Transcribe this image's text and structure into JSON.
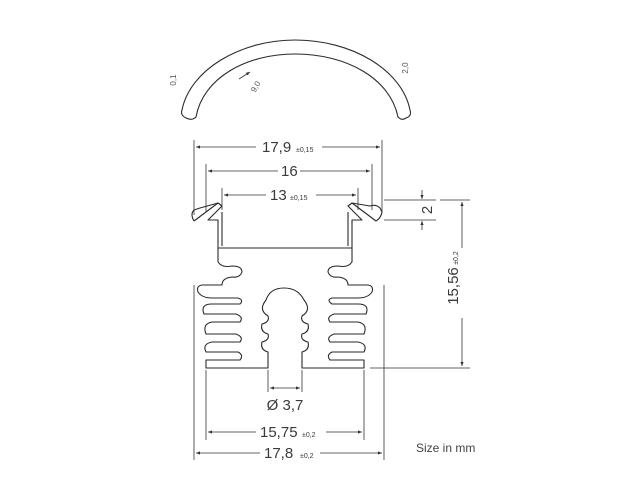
{
  "cover": {
    "label_left": "0,1",
    "label_right": "2,0",
    "label_radial": "9,0"
  },
  "dimensions": {
    "width_top": {
      "value": "17,9",
      "tolerance": "±0,15"
    },
    "width_inner": {
      "value": "16"
    },
    "width_slot": {
      "value": "13",
      "tolerance": "±0,15"
    },
    "lip_height": {
      "value": "2"
    },
    "height": {
      "value": "15,56",
      "tolerance": "±0,2"
    },
    "hole_diameter": {
      "value": "Ø 3,7"
    },
    "width_fins": {
      "value": "15,75",
      "tolerance": "±0,2"
    },
    "width_bottom": {
      "value": "17,8",
      "tolerance": "±0,2"
    }
  },
  "note": "Size in mm"
}
